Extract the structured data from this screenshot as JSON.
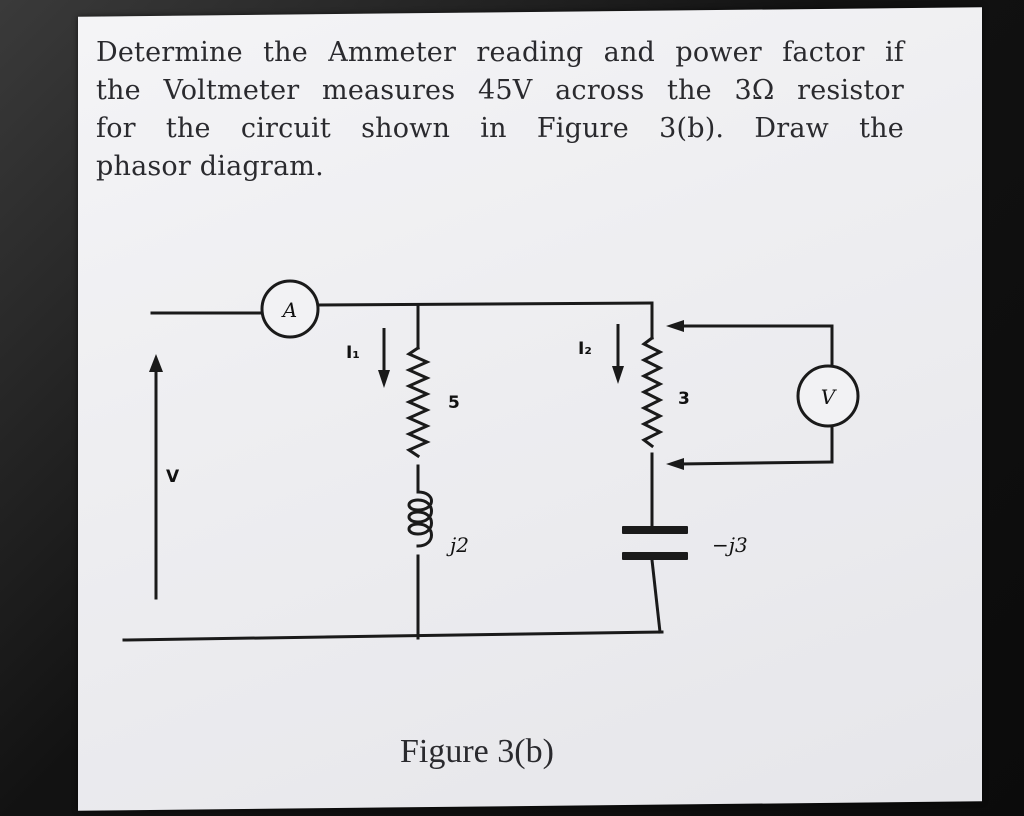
{
  "question": {
    "lines": [
      "Determine the Ammeter reading and power factor if",
      "the Voltmeter measures 45V across the 3Ω resistor",
      "for the circuit shown in Figure 3(b). Draw the",
      "phasor diagram."
    ]
  },
  "figure": {
    "caption": "Figure 3(b)",
    "ammeter_label": "A",
    "voltmeter_label": "V",
    "source_label": "V",
    "branch1": {
      "current_label": "I₁",
      "resistance_label": "5",
      "reactance_label": "j2"
    },
    "branch2": {
      "current_label": "I₂",
      "resistance_label": "3",
      "reactance_label": "−j3"
    }
  }
}
